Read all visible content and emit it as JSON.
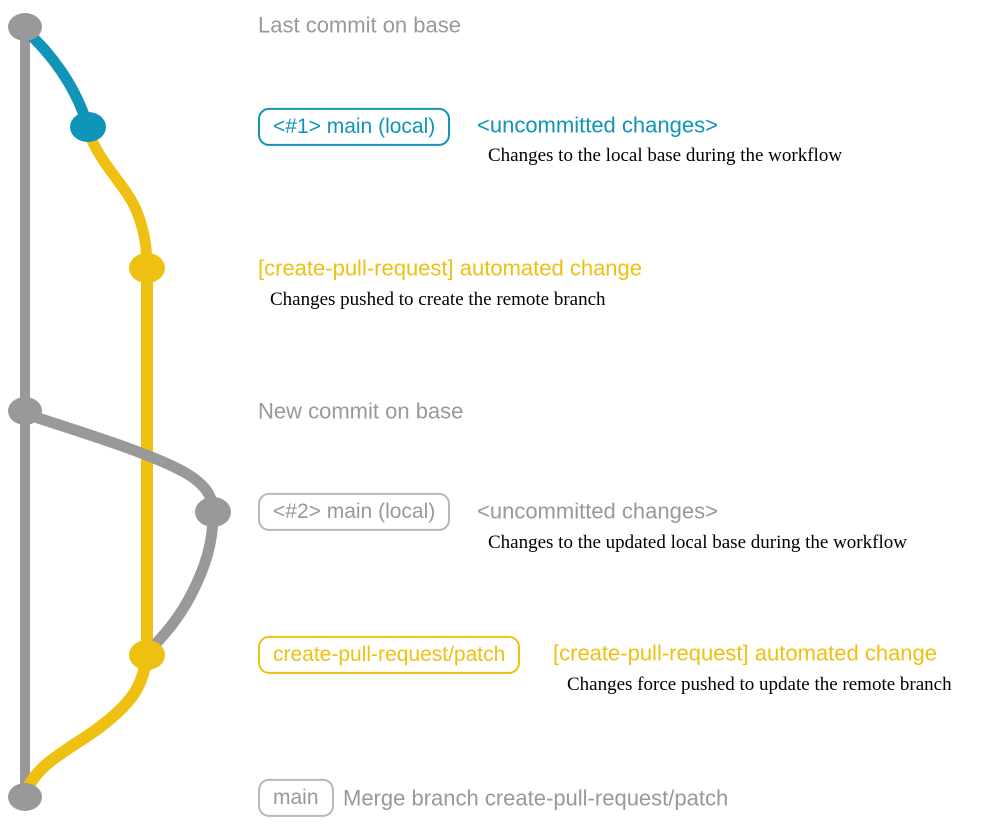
{
  "colors": {
    "gray": "#999999",
    "blue": "#1094b8",
    "yellow": "#eec011",
    "badge_gray_border": "#b8b8b8",
    "description_text": "#000000"
  },
  "rows": {
    "last_commit": {
      "annotation": "Last commit on base"
    },
    "uncommitted1": {
      "badge": "<#1> main (local)",
      "label": "<uncommitted changes>",
      "description": "Changes to the local base during the workflow"
    },
    "automated1": {
      "label": "[create-pull-request] automated change",
      "description": "Changes pushed to create the remote branch"
    },
    "new_commit": {
      "annotation": "New commit on base"
    },
    "uncommitted2": {
      "badge": "<#2> main (local)",
      "label": "<uncommitted changes>",
      "description": "Changes to the updated local base during the workflow"
    },
    "automated2": {
      "badge": "create-pull-request/patch",
      "label": "[create-pull-request] automated change",
      "description": "Changes force pushed to update the remote branch"
    },
    "merge": {
      "badge": "main",
      "annotation": "Merge branch create-pull-request/patch"
    }
  }
}
